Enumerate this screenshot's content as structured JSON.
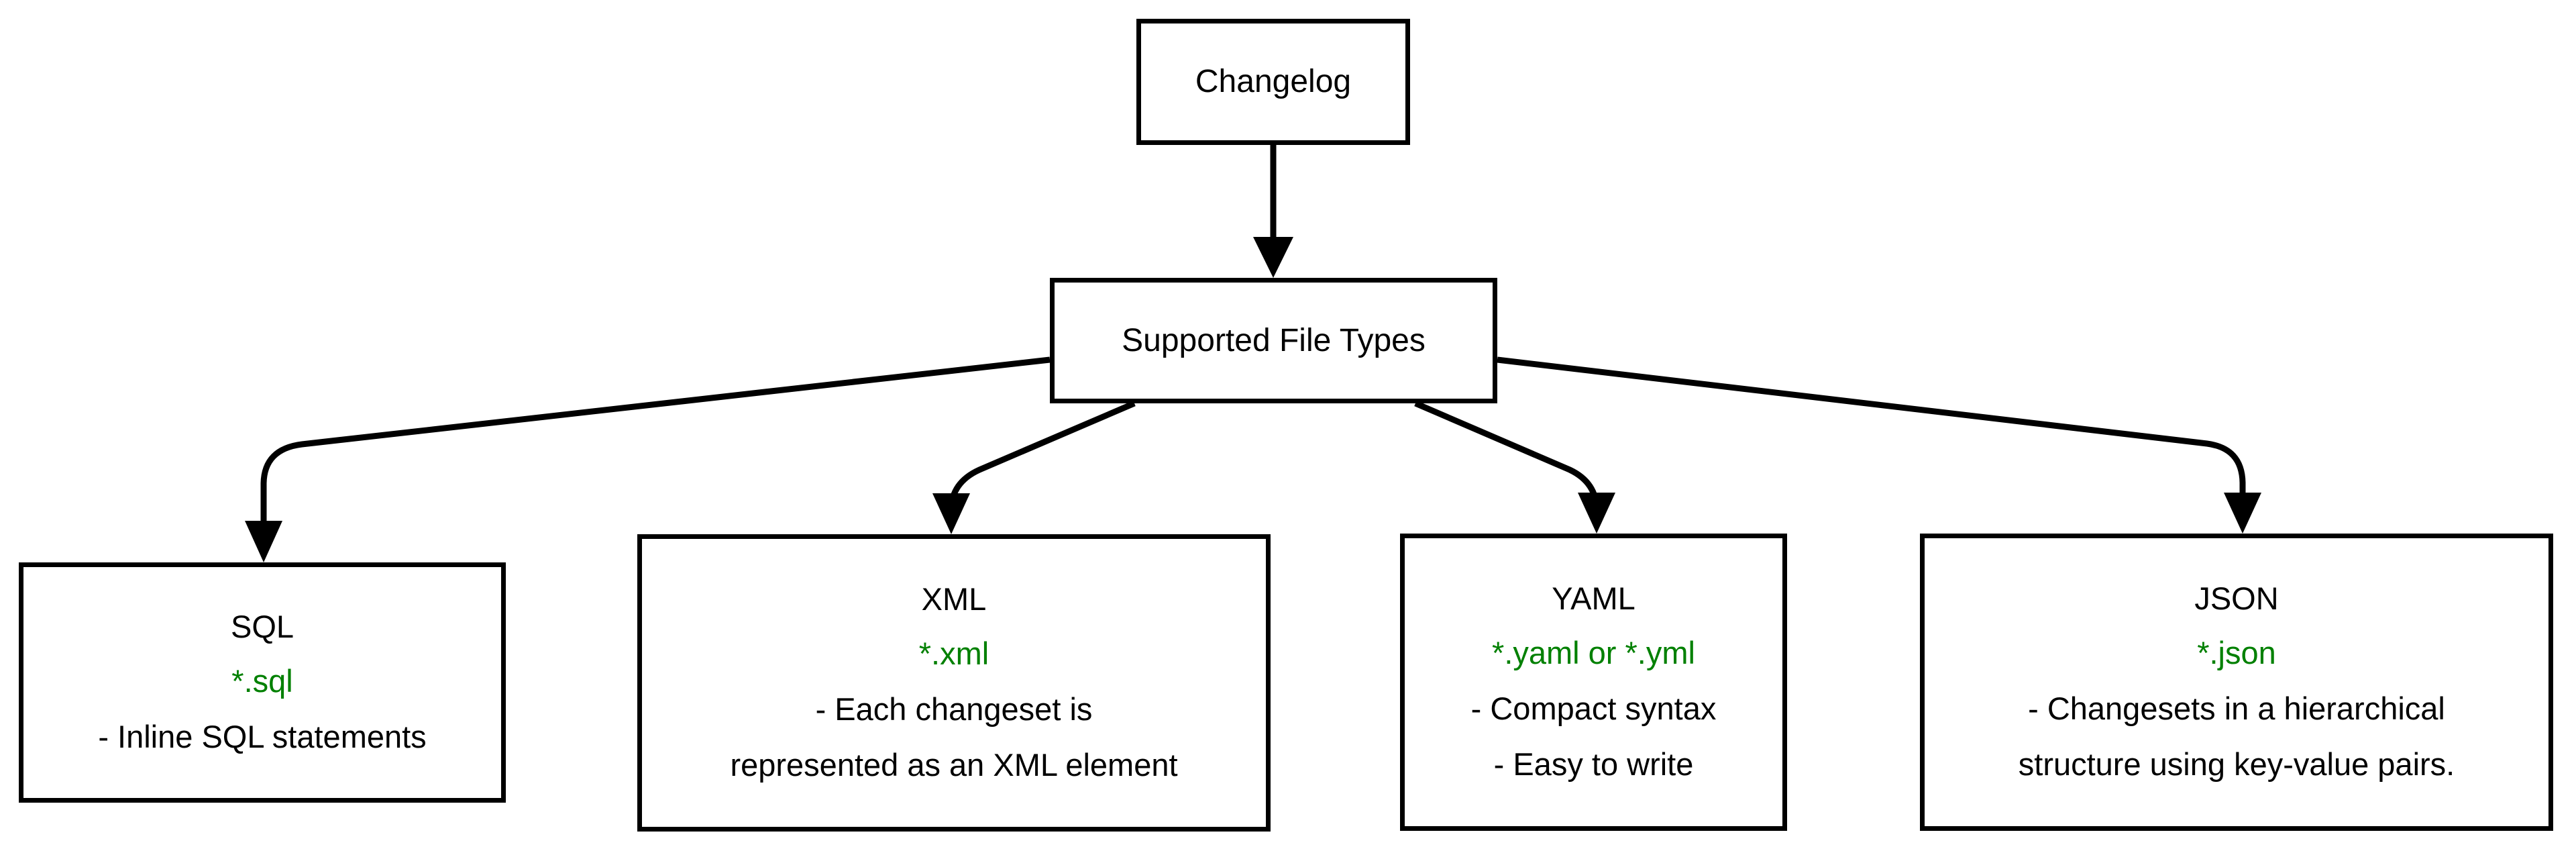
{
  "diagram": {
    "title": "Changelog Supported File Types",
    "type": "flowchart",
    "direction": "top-down",
    "colors": {
      "background": "#ffffff",
      "node_border": "#000000",
      "node_fill": "#ffffff",
      "text": "#000000",
      "extension_text": "#008000",
      "edge": "#000000"
    },
    "nodes": {
      "changelog": {
        "id": "changelog",
        "label": "Changelog"
      },
      "supported": {
        "id": "supported",
        "label": "Supported File Types"
      },
      "sql": {
        "id": "sql",
        "label": "SQL",
        "extension": "*.sql",
        "details": [
          "- Inline SQL statements"
        ]
      },
      "xml": {
        "id": "xml",
        "label": "XML",
        "extension": "*.xml",
        "details": [
          "- Each changeset is",
          "represented as an XML element"
        ]
      },
      "yaml": {
        "id": "yaml",
        "label": "YAML",
        "extension": "*.yaml or *.yml",
        "details": [
          "- Compact syntax",
          "- Easy to write"
        ]
      },
      "json": {
        "id": "json",
        "label": "JSON",
        "extension": "*.json",
        "details": [
          "- Changesets in a hierarchical",
          "structure using key-value pairs."
        ]
      }
    },
    "edges": [
      {
        "from": "changelog",
        "to": "supported",
        "arrow": "filled-triangle",
        "style": "straight"
      },
      {
        "from": "supported",
        "to": "sql",
        "arrow": "filled-triangle",
        "style": "curved-elbow"
      },
      {
        "from": "supported",
        "to": "xml",
        "arrow": "filled-triangle",
        "style": "curved-elbow"
      },
      {
        "from": "supported",
        "to": "yaml",
        "arrow": "filled-triangle",
        "style": "curved-elbow"
      },
      {
        "from": "supported",
        "to": "json",
        "arrow": "filled-triangle",
        "style": "curved-elbow"
      }
    ]
  }
}
